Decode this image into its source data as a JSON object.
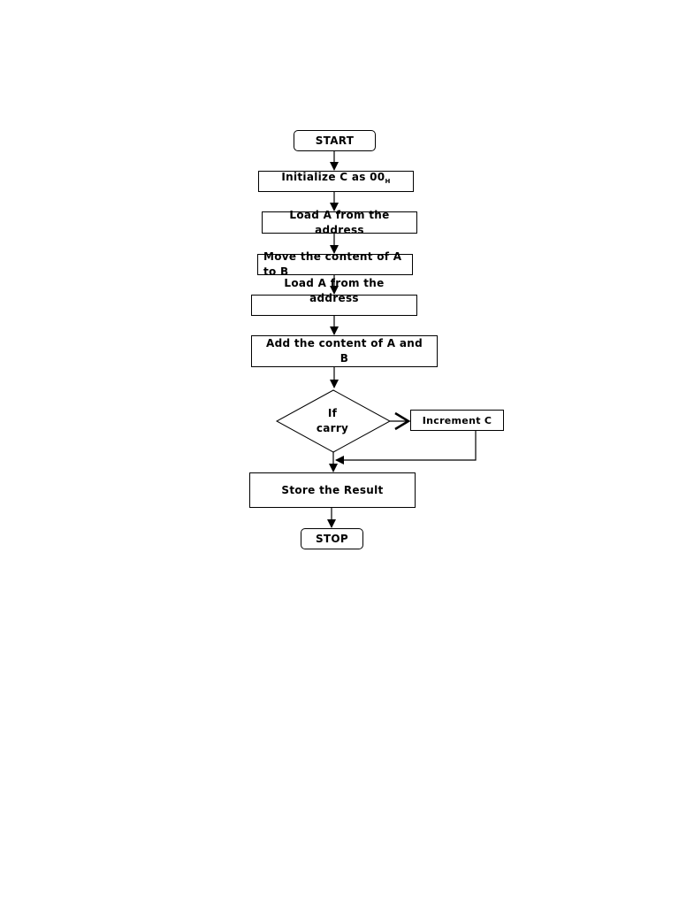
{
  "flowchart": {
    "start": "START",
    "init": "Initialize C as 00",
    "init_sub": "H",
    "load_a_1": "Load  A from the address",
    "move_a_b": "Move the content of A to B",
    "load_a_2": "Load  A from the address",
    "add": "Add the content of  A and B",
    "decision": "If carry",
    "increment": "Increment C",
    "store": "Store the Result",
    "stop": "STOP"
  }
}
